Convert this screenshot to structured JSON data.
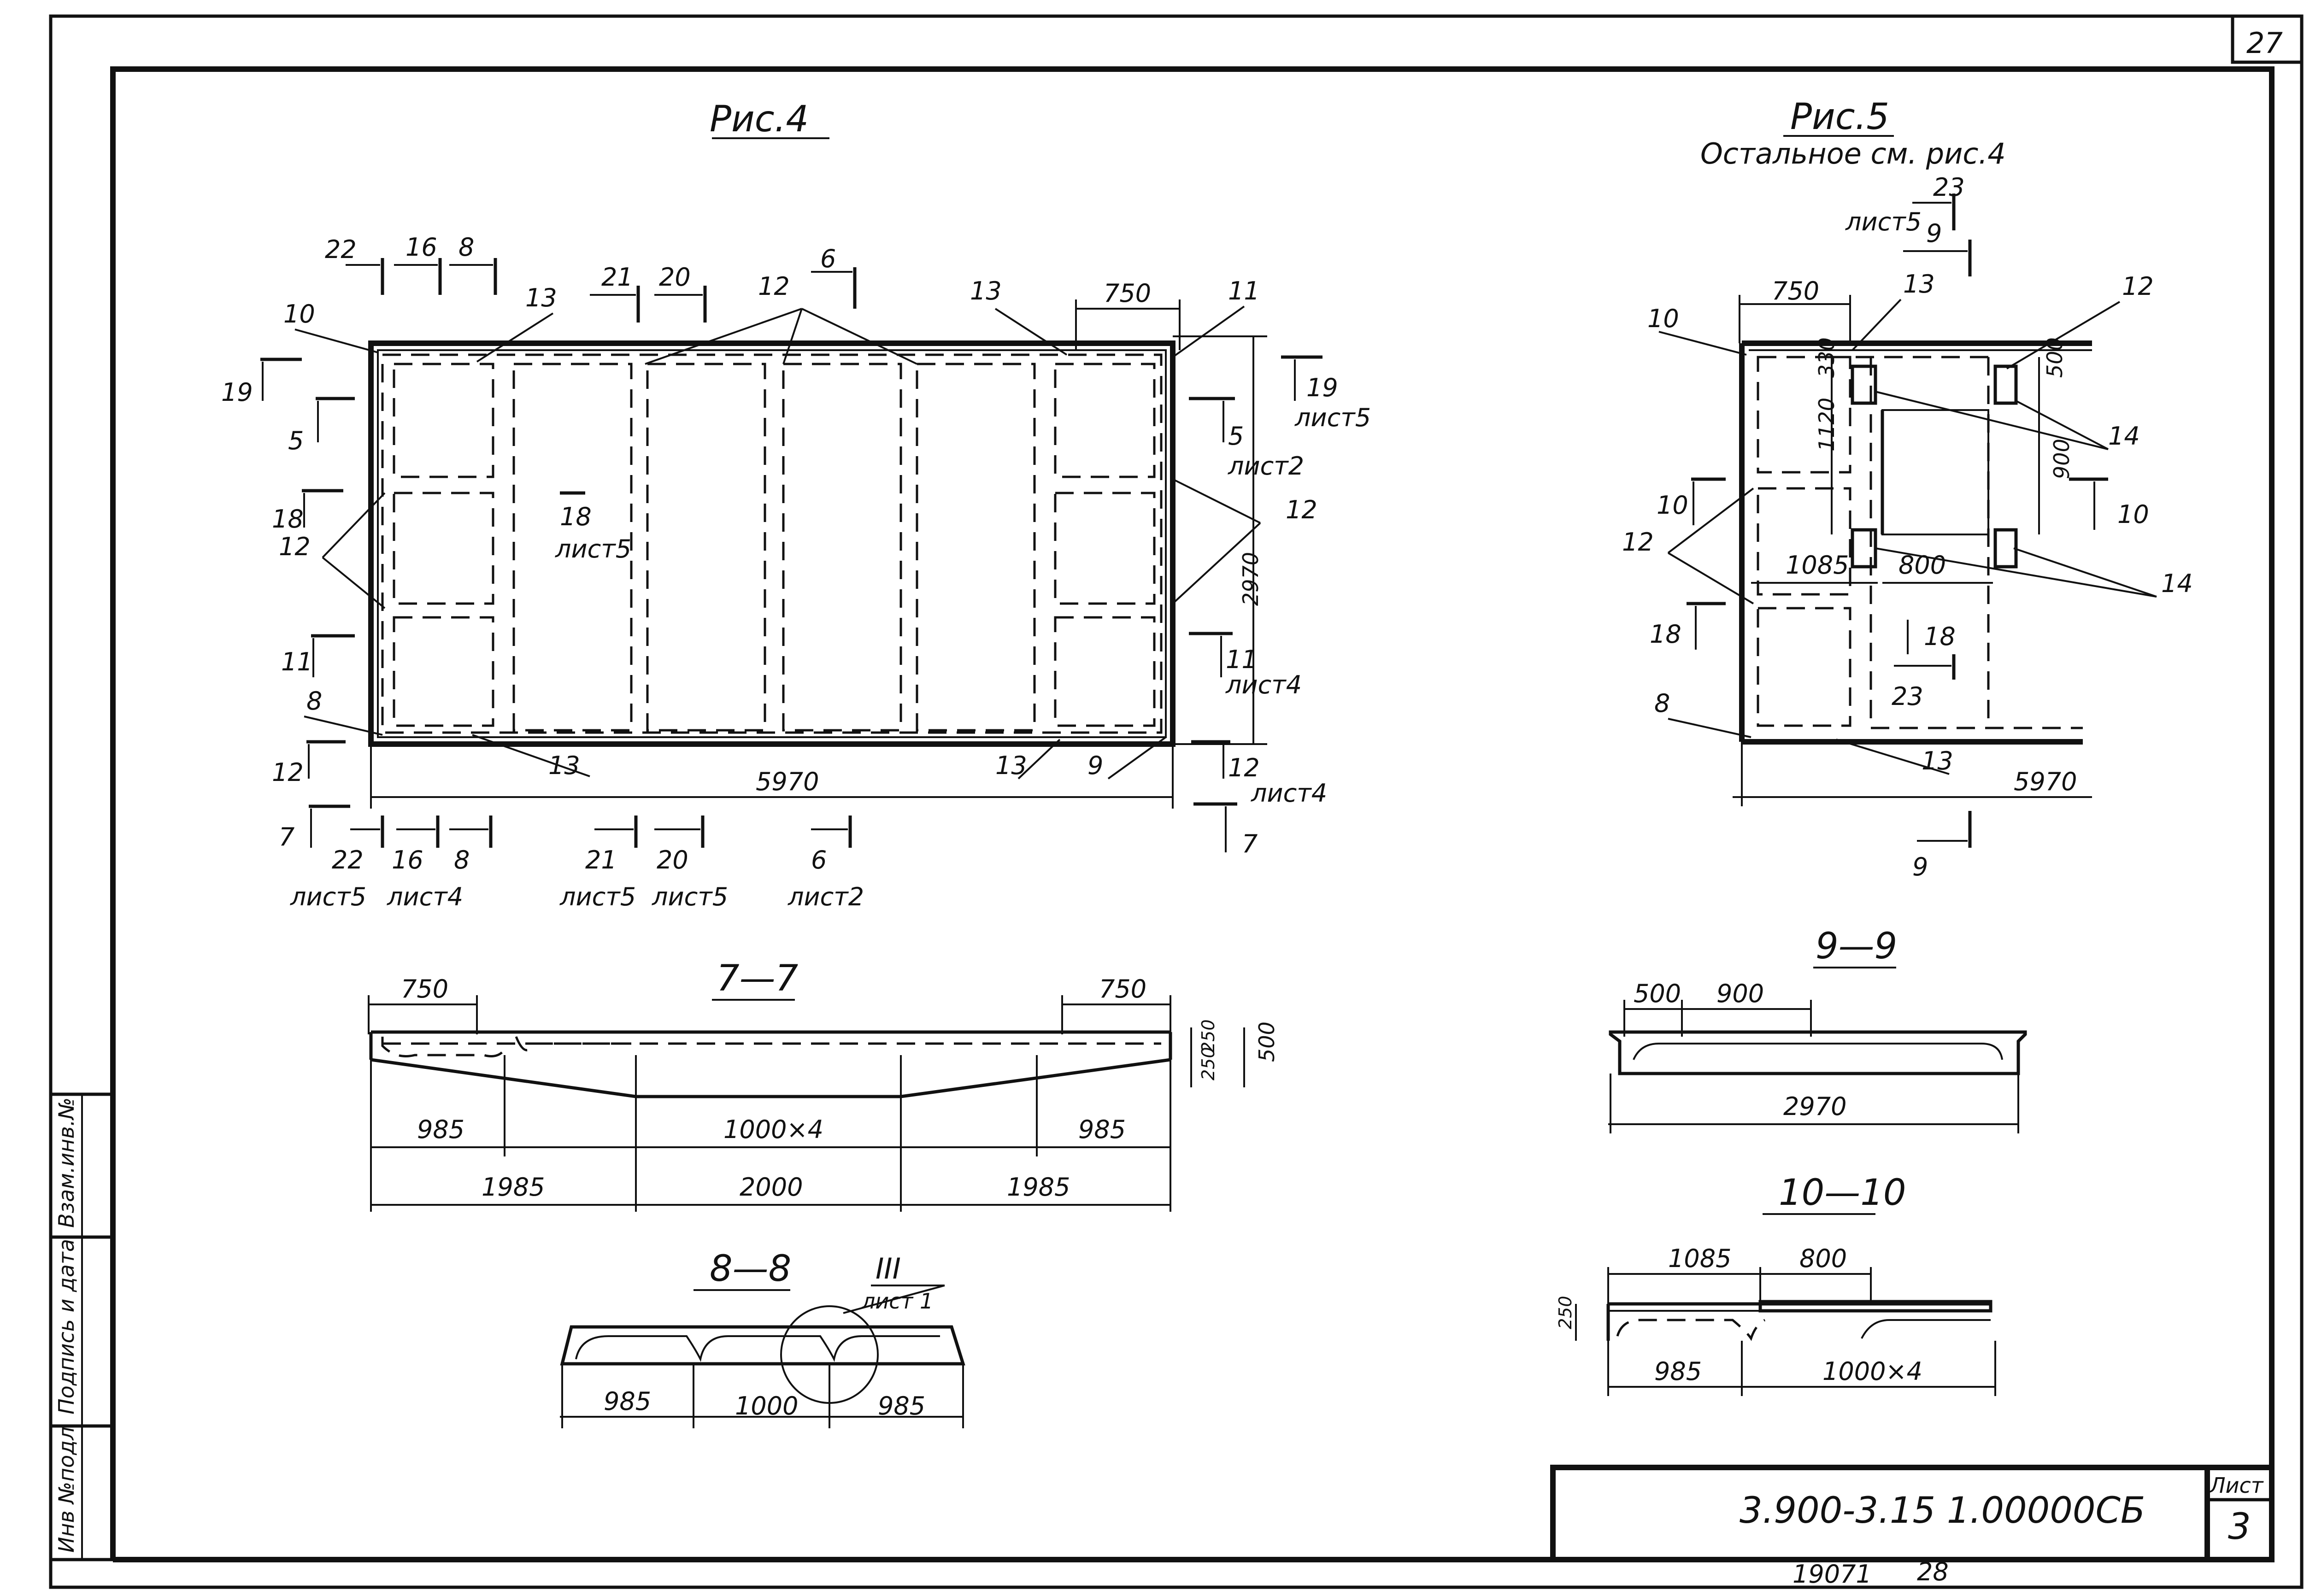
{
  "corner_page": "27",
  "fig4": {
    "title": "Рис.4",
    "dims": {
      "length": "5970",
      "width": "2970",
      "cell": "750"
    },
    "labels": {
      "l22": "22",
      "l16": "16",
      "l8": "8",
      "l21": "21",
      "l20": "20",
      "l6": "6",
      "l13a": "13",
      "l13b": "13",
      "l12": "12",
      "l10": "10",
      "l11": "11",
      "l19": "19",
      "l5": "5",
      "l18": "18",
      "l12b": "12",
      "l11b": "11",
      "l8b": "8",
      "l12c": "12",
      "l7": "7",
      "l13c": "13",
      "l13d": "13",
      "l9": "9",
      "l19r": "19",
      "l5r": "5",
      "l12r": "12",
      "l11r": "11",
      "l12r2": "12",
      "l7r": "7",
      "l18c": "18"
    },
    "sheet_refs": {
      "s19": "лист5",
      "s5": "лист2",
      "s18": "лист5",
      "s11": "лист4",
      "s12": "лист4",
      "s22": "лист5",
      "s16": "лист4",
      "s21": "лист5",
      "s20": "лист5",
      "s6": "лист2"
    },
    "bottom_labels": {
      "b22": "22",
      "b16": "16",
      "b8": "8",
      "b21": "21",
      "b20": "20",
      "b6": "6"
    }
  },
  "fig5": {
    "title": "Рис.5",
    "subtitle": "Остальное см. рис.4",
    "dims": {
      "d750": "750",
      "d330": "330",
      "d1120": "1120",
      "d500": "500",
      "d900": "900",
      "d1085": "1085",
      "d800": "800",
      "d5970": "5970"
    },
    "labels": {
      "l23": "23",
      "ref5": "лист5",
      "l9": "9",
      "l13": "13",
      "l12": "12",
      "l10": "10",
      "l14a": "14",
      "l10r": "10",
      "l10b": "10",
      "l12b": "12",
      "l14b": "14",
      "l18": "18",
      "l18c": "18",
      "l23b": "23",
      "l8": "8",
      "l13b": "13",
      "l9b": "9"
    }
  },
  "sec77": {
    "title": "7—7",
    "d750a": "750",
    "d750b": "750",
    "d250": "250",
    "d250b": "250",
    "d500": "500",
    "d985a": "985",
    "d1000x4": "1000×4",
    "d985b": "985",
    "d1985a": "1985",
    "d2000": "2000",
    "d1985b": "1985"
  },
  "sec88": {
    "title": "8—8",
    "node": "III",
    "node_ref": "лист 1",
    "d985a": "985",
    "d1000": "1000",
    "d985b": "985"
  },
  "sec99": {
    "title": "9—9",
    "d500": "500",
    "d900": "900",
    "d2970": "2970"
  },
  "sec1010": {
    "title": "10—10",
    "d1085": "1085",
    "d800": "800",
    "d250": "250",
    "d985": "985",
    "d1000x4": "1000×4"
  },
  "side_stamp": {
    "c1": "Инв №подл",
    "c2": "Подпись и дата",
    "c3": "Взам.инв.№"
  },
  "title_block": {
    "code": "3.900-3.15 1.00000СБ",
    "sheet_label": "Лист",
    "sheet_no": "3"
  },
  "bottom": {
    "n1": "19071",
    "n2": "28"
  }
}
